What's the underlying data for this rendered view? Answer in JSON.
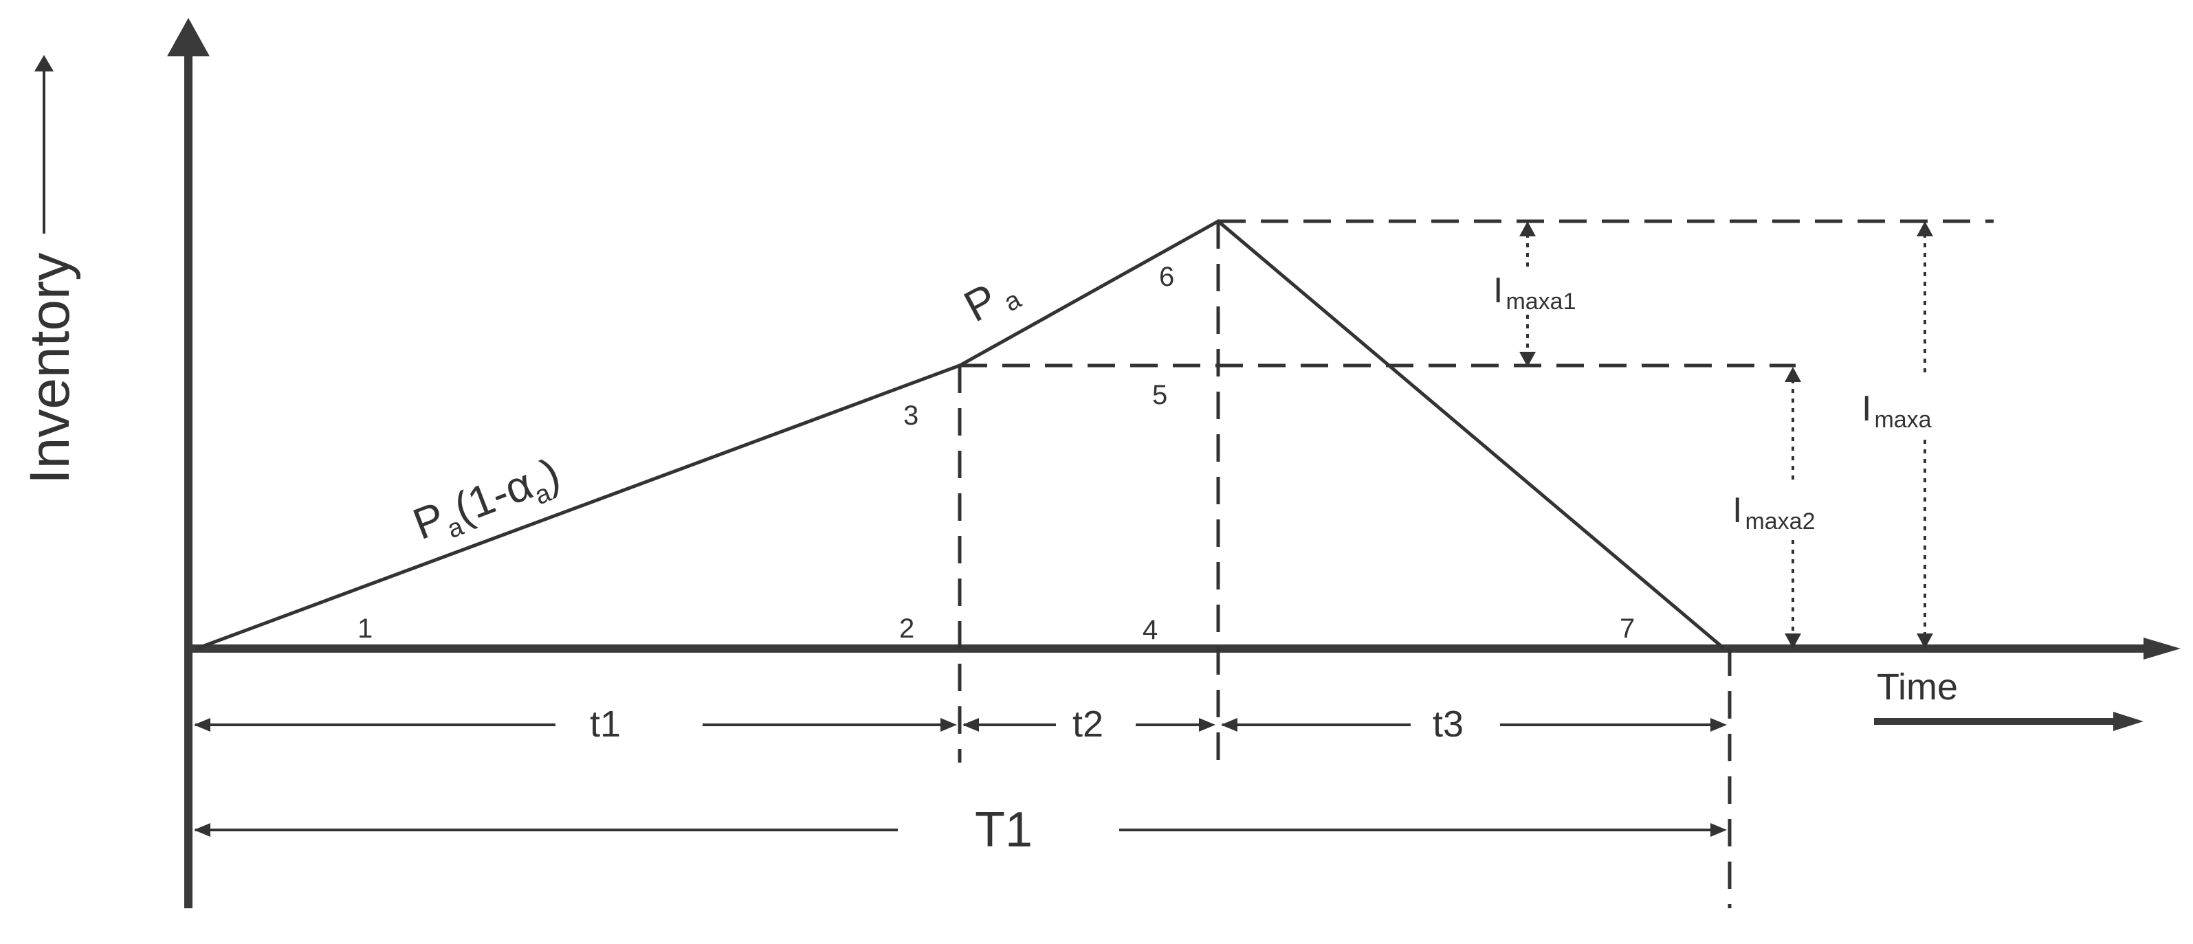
{
  "axes": {
    "y_label": "Inventory",
    "x_label": "Time"
  },
  "points": [
    "1",
    "2",
    "3",
    "4",
    "5",
    "6",
    "7"
  ],
  "slopes": {
    "first": {
      "main": "P",
      "sub": "a",
      "expr": "(1-α",
      "sub2": "a",
      "close": ")"
    },
    "second": {
      "main": "P",
      "sub": "a"
    }
  },
  "intervals": {
    "t1": "t1",
    "t2": "t2",
    "t3": "t3",
    "total": "T1"
  },
  "levels": {
    "imaxa1": {
      "main": "I",
      "sub": "maxa1"
    },
    "imaxa2": {
      "main": "I",
      "sub": "maxa2"
    },
    "imaxa": {
      "main": "I",
      "sub": "maxa"
    }
  },
  "colors": {
    "ink": "#333333",
    "axis": "#3a3a3a"
  }
}
